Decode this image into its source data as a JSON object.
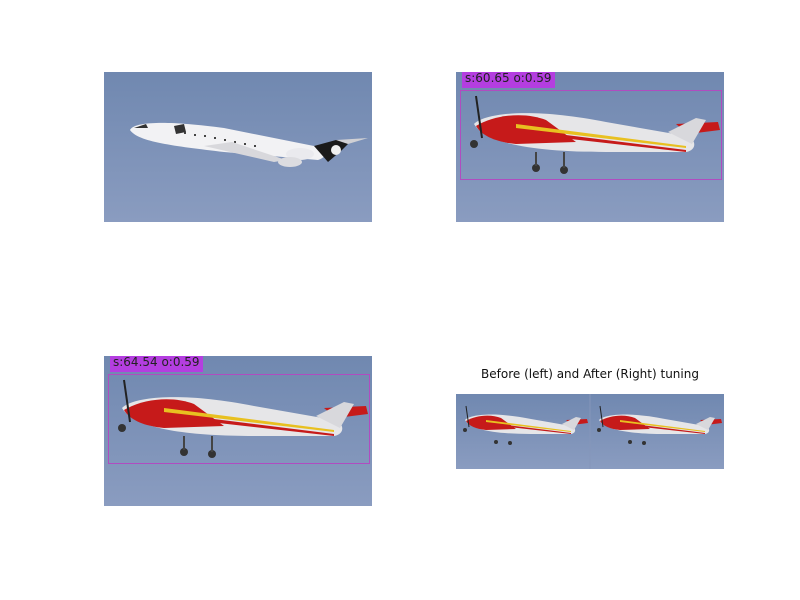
{
  "panels": {
    "original": {
      "description": ""
    },
    "tuned": {
      "label": "s:60.65 o:0.59"
    },
    "baseline": {
      "label": "s:64.54 o:0.59"
    },
    "comparison": {
      "caption": "Before (left) and After (Right) tuning"
    }
  },
  "colors": {
    "sky": "#7d8fb5",
    "bbox": "#b04cc0",
    "label_bg": "#b43ee0",
    "fuselage": "#e6e6e8",
    "stripe_red": "#c61a1a",
    "stripe_yellow": "#e8c020"
  }
}
